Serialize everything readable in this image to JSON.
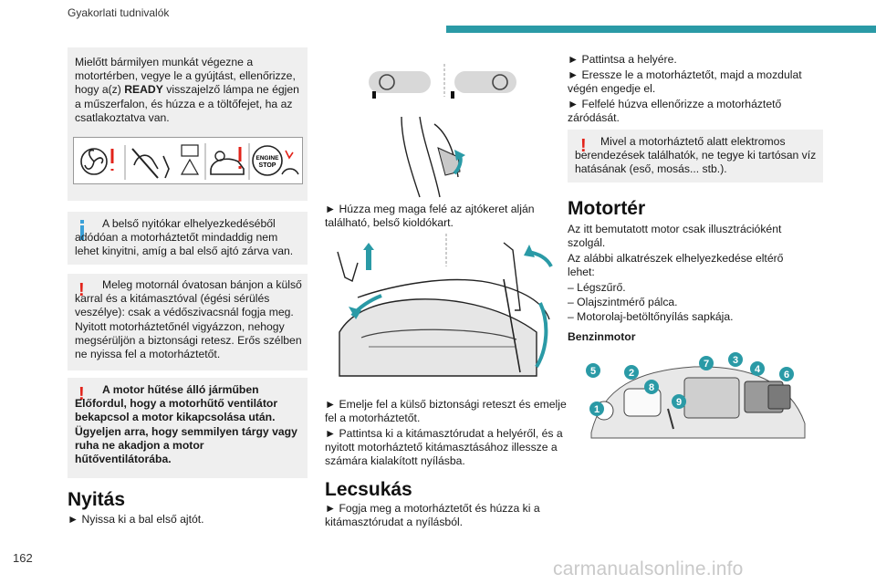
{
  "header": {
    "section": "Gyakorlati tudnivalók",
    "accent": "#2a9aa6"
  },
  "page_number": "162",
  "watermark": "carmanualsonline.info",
  "left": {
    "safety_box": {
      "pre": "Mielőtt bármilyen munkát végezne a motortérben, vegye le a gyújtást, ellenőrizze, hogy a(z) ",
      "ready": "READY",
      "post": " visszajelző lámpa ne égjen a műszerfalon, és húzza e a töltőfejet, ha az csatlakoztatva van.",
      "icon_engine_label_1": "ENGINE",
      "icon_engine_label_2": "STOP"
    },
    "info_box": "A belső nyitókar elhelyezkedéséből adódóan a motorháztetőt mindaddig nem lehet kinyitni, amíg a bal első ajtó zárva van.",
    "warning_box_1": "Meleg motornál óvatosan bánjon a külső karral és a kitámasztóval (égési sérülés veszélye): csak a védőszivacsnál fogja meg. Nyitott motorháztetőnél vigyázzon, nehogy megsérüljön a biztonsági retesz. Erős szélben ne nyissa fel a motorháztetőt.",
    "warning_box_2": "A motor hűtése álló járműben Előfordul, hogy a motorhűtő ventilátor bekapcsol a motor kikapcsolása után. Ügyeljen arra, hogy semmilyen tárgy vagy ruha ne akadjon a motor hűtőventilátorába.",
    "section_title": "Nyitás",
    "step_1": "► Nyissa ki a bal első ajtót."
  },
  "middle": {
    "step_2": "► Húzza meg maga felé az ajtókeret alján található, belső kioldókart.",
    "step_3": "► Emelje fel a külső biztonsági reteszt és emelje fel a motorháztetőt.",
    "step_4": "► Pattintsa ki a kitámasztórudat a helyéről, és a nyitott motorháztető kitámasztásához illessze a számára kialakított nyílásba.",
    "section_title": "Lecsukás",
    "step_5": "► Fogja meg a motorháztetőt és húzza ki a kitámasztórudat a nyílásból."
  },
  "right": {
    "step_6": "► Pattintsa a helyére.",
    "step_7": "► Eressze le a motorháztetőt, majd a mozdulat végén engedje el.",
    "step_8": "► Felfelé húzva ellenőrizze a motorháztető záródását.",
    "warning_box": "Mivel a motorháztető alatt elektromos berendezések találhatók, ne tegye ki tartósan víz hatásának (eső, mosás... stb.).",
    "section_title": "Motortér",
    "intro_1": "Az itt bemutatott motor csak illusztrációként szolgál.",
    "intro_2": "Az alábbi alkatrészek elhelyezkedése eltérő lehet:",
    "list": [
      "– Légszűrő.",
      "– Olajszintmérő pálca.",
      "– Motorolaj-betöltőnyílás sapkája."
    ],
    "subheading": "Benzinmotor",
    "callouts": [
      "1",
      "2",
      "3",
      "4",
      "5",
      "6",
      "7",
      "8",
      "9"
    ],
    "callout_color": "#2a9aa6"
  }
}
